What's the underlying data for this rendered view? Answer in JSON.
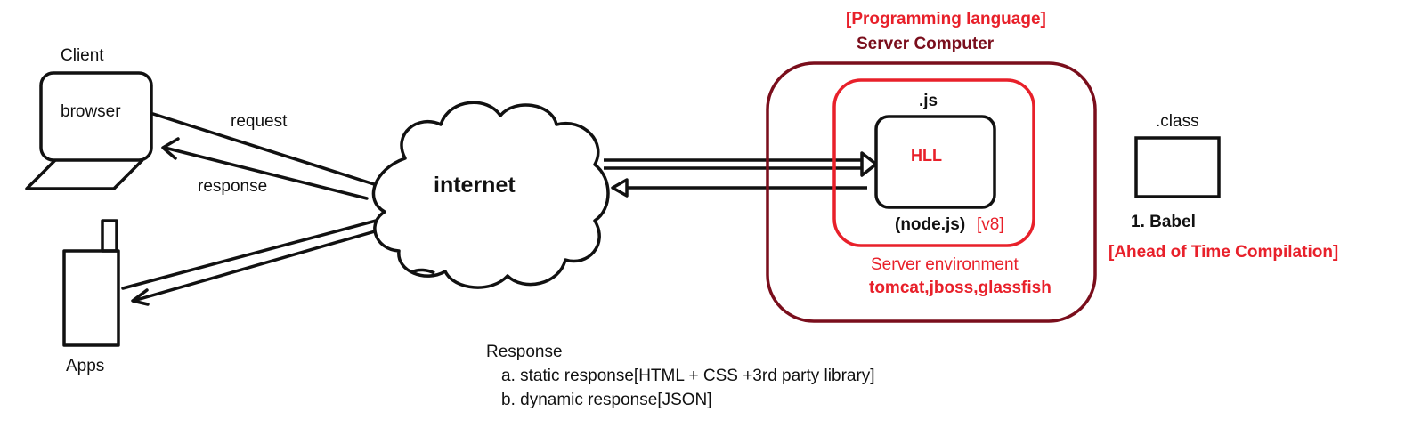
{
  "client": {
    "label": "Client",
    "browser_label": "browser"
  },
  "arrows": {
    "request_label": "request",
    "response_label": "response"
  },
  "apps": {
    "label": "Apps"
  },
  "internet": {
    "label": "internet"
  },
  "server": {
    "programming_language": "[Programming language]",
    "title": "Server Computer",
    "js_label": ".js",
    "hll_label": "HLL",
    "node_label": "(node.js)",
    "v8_label": "[v8]",
    "environment_label": "Server environment",
    "environment_examples": "tomcat,jboss,glassfish"
  },
  "class_side": {
    "class_label": ".class",
    "babel_label": "1. Babel",
    "aot_label": "[Ahead of Time Compilation]"
  },
  "response_notes": {
    "heading": "Response",
    "items": [
      "a. static response[HTML + CSS +3rd party library]",
      "b. dynamic response[JSON]"
    ]
  },
  "colors": {
    "stroke": "#111111",
    "red": "#e8202a",
    "maroon": "#7a0e1c"
  }
}
